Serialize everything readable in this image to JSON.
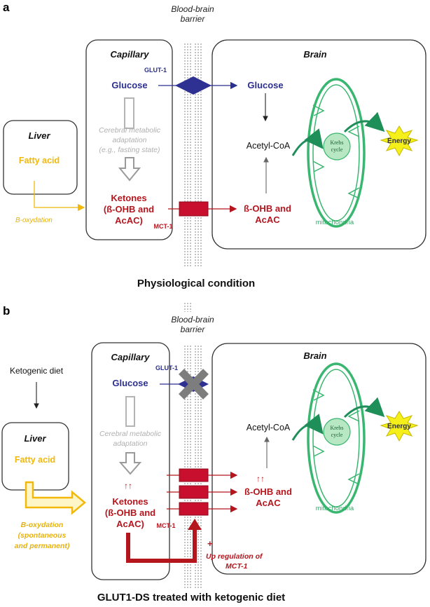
{
  "panel_a": {
    "letter": "a",
    "bbb_line1": "Blood-brain",
    "bbb_line2": "barrier",
    "capillary": "Capillary",
    "brain": "Brain",
    "liver": "Liver",
    "glut1": "GLUT-1",
    "glucose_cap": "Glucose",
    "glucose_brain": "Glucose",
    "adapt_line1": "Cerebral metabolic",
    "adapt_line2": "adaptation",
    "adapt_line3": "(e.g., fasting state)",
    "fatty_acid": "Fatty acid",
    "b_oxydation": "B-oxydation",
    "ketones_line1": "Ketones",
    "ketones_line2": "(ß-OHB and",
    "ketones_line3": "AcAC)",
    "mct1": "MCT-1",
    "brain_ketone_line1": "ß-OHB and",
    "brain_ketone_line2": "AcAC",
    "acetyl": "Acetyl-CoA",
    "krebs_line1": "Krebs",
    "krebs_line2": "cycle",
    "energy": "Energy",
    "mitochondria": "mitochondria",
    "caption": "Physiological condition"
  },
  "panel_b": {
    "letter": "b",
    "bbb_line1": "Blood-brain",
    "bbb_line2": "barrier",
    "capillary": "Capillary",
    "brain": "Brain",
    "liver": "Liver",
    "ketogenic": "Ketogenic diet",
    "glut1": "GLUT-1",
    "glucose_cap": "Glucose",
    "adapt_line1": "Cerebral metabolic",
    "adapt_line2": "adaptation",
    "fatty_acid": "Fatty acid",
    "b_ox_line1": "B-oxydation",
    "b_ox_line2": "(spontaneous",
    "b_ox_line3": "and permanent)",
    "up_arrows_cap": "↑↑",
    "ketones_line1": "Ketones",
    "ketones_line2": "(ß-OHB and",
    "ketones_line3": "AcAC)",
    "mct1": "MCT-1",
    "up_arrows_brain": "↑↑",
    "brain_ketone_line1": "ß-OHB and",
    "brain_ketone_line2": "AcAC",
    "acetyl": "Acetyl-CoA",
    "krebs_line1": "Krebs",
    "krebs_line2": "cycle",
    "energy": "Energy",
    "mitochondria": "mitochondria",
    "plus": "+",
    "upreg_line1": "Up regulation of",
    "upreg_line2": "MCT-1",
    "caption": "GLUT1-DS treated with ketogenic diet"
  },
  "colors": {
    "glucose_blue": "#2b2f8f",
    "ketone_red": "#b5161e",
    "fatty_yellow": "#f2b90a",
    "mito_green": "#2ea866"
  }
}
